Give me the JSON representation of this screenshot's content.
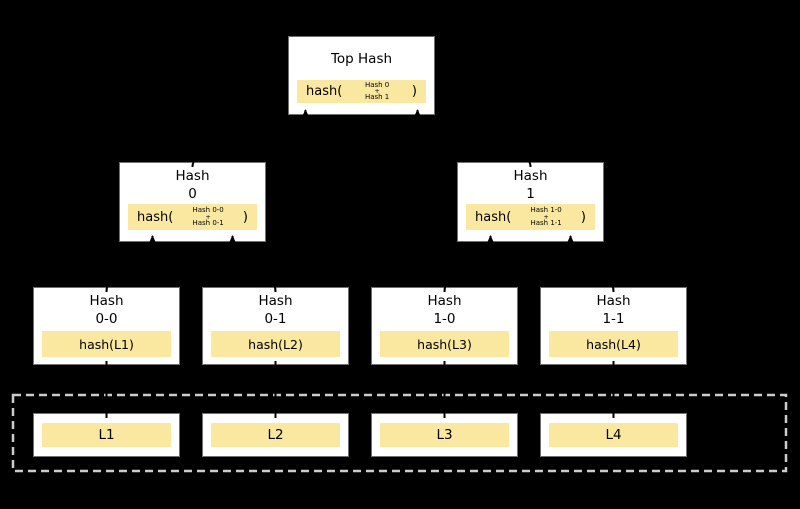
{
  "colors": {
    "background": "#000000",
    "node-fill": "#ffffff",
    "node-border": "#707070",
    "highlight": "#fae7a0",
    "dash": "#cccccc",
    "arrow": "#000000",
    "text": "#000000"
  },
  "root": {
    "title": "Top Hash",
    "formula": {
      "prefix": "hash(",
      "top": "Hash 0",
      "op": "+",
      "bottom": "Hash 1",
      "suffix": ")"
    }
  },
  "internal": [
    {
      "title": "Hash",
      "subtitle": "0",
      "formula": {
        "prefix": "hash(",
        "top": "Hash 0-0",
        "op": "+",
        "bottom": "Hash 0-1",
        "suffix": ")"
      }
    },
    {
      "title": "Hash",
      "subtitle": "1",
      "formula": {
        "prefix": "hash(",
        "top": "Hash 1-0",
        "op": "+",
        "bottom": "Hash 1-1",
        "suffix": ")"
      }
    }
  ],
  "leaves": [
    {
      "title": "Hash",
      "subtitle": "0-0",
      "formula": "hash(L1)"
    },
    {
      "title": "Hash",
      "subtitle": "0-1",
      "formula": "hash(L2)"
    },
    {
      "title": "Hash",
      "subtitle": "1-0",
      "formula": "hash(L3)"
    },
    {
      "title": "Hash",
      "subtitle": "1-1",
      "formula": "hash(L4)"
    }
  ],
  "data_blocks": [
    {
      "label": "L1"
    },
    {
      "label": "L2"
    },
    {
      "label": "L3"
    },
    {
      "label": "L4"
    }
  ]
}
